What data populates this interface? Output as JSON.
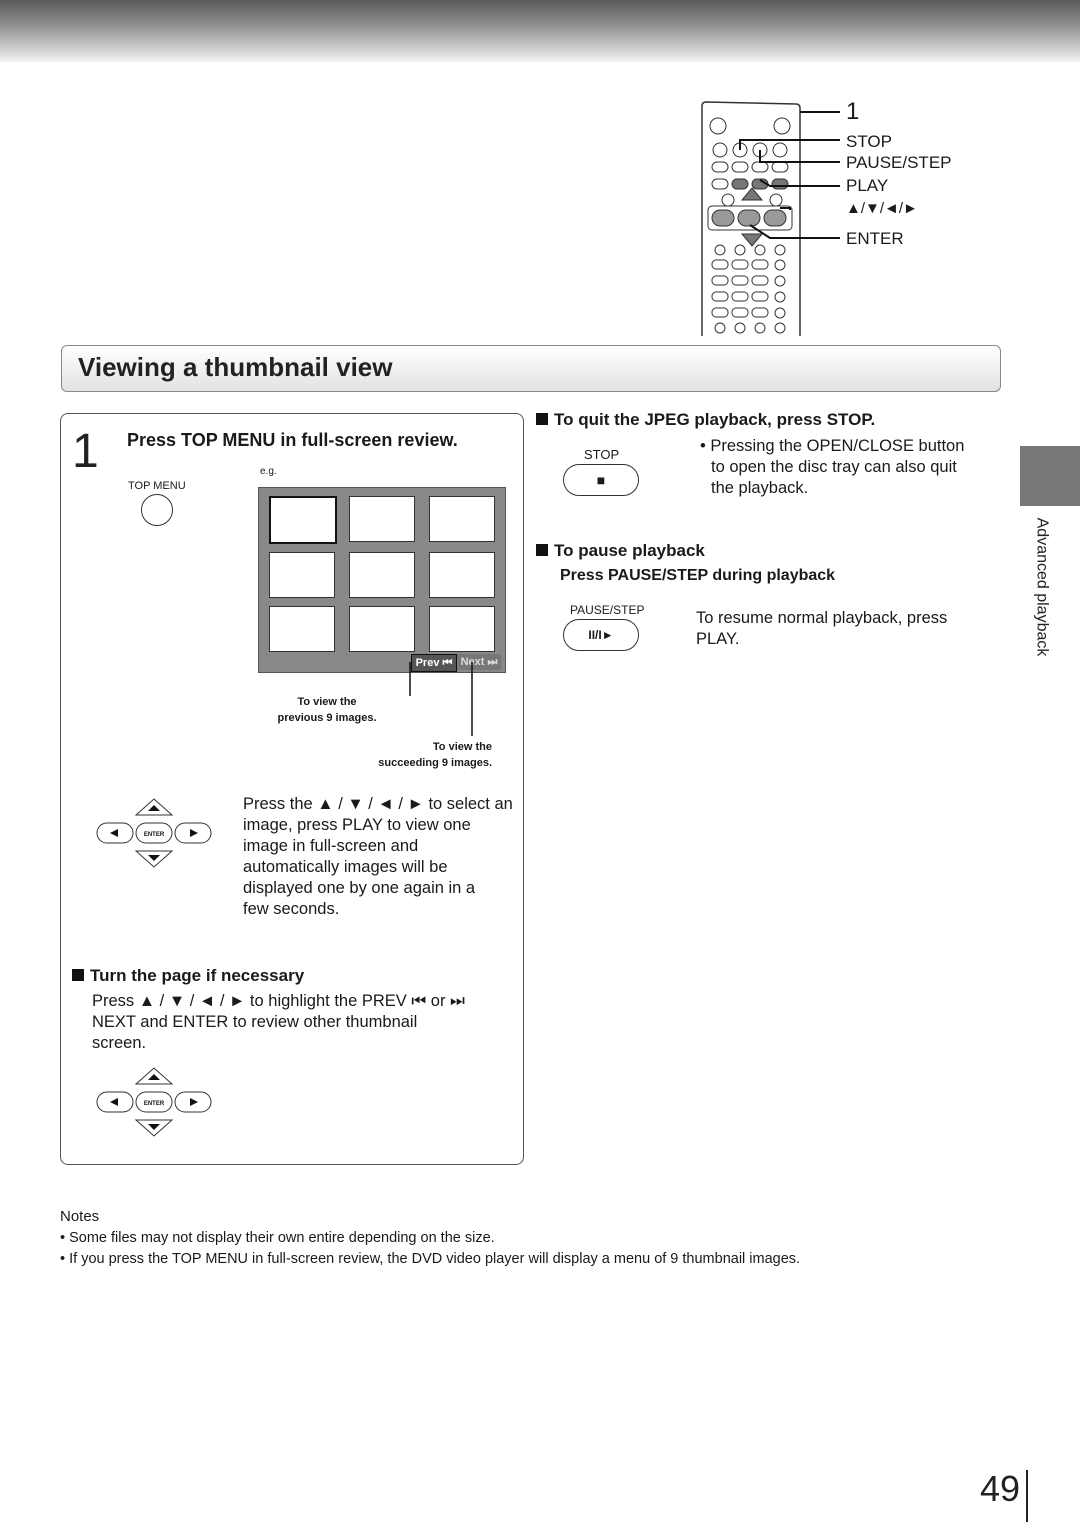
{
  "remote": {
    "step_number": "1",
    "labels": [
      "STOP",
      "PAUSE/STEP",
      "PLAY",
      "▲/▼/◄/►",
      "ENTER"
    ]
  },
  "section_title": "Viewing a thumbnail view",
  "step1": {
    "number": "1",
    "heading": "Press TOP MENU in full-screen review.",
    "top_menu_label": "TOP MENU",
    "eg_label": "e.g.",
    "prev_label": "Prev",
    "next_label": "Next",
    "callout_prev": [
      "To view the",
      "previous 9 images."
    ],
    "callout_next": [
      "To view the",
      "succeeding 9 images."
    ],
    "instruction_lines": [
      "Press the ▲ / ▼ / ◄ / ► to select an",
      "image, press PLAY to view one",
      "image in full-screen and",
      "automatically images will be",
      "displayed one by one again in a",
      "few seconds."
    ],
    "enter_label": "ENTER",
    "turn_page_heading": "Turn the page if necessary",
    "turn_page_lines": [
      "Press  ▲ / ▼ / ◄ / ► to highlight the PREV ⏮ or ⏭",
      "NEXT and ENTER to review other thumbnail",
      "screen."
    ]
  },
  "quit": {
    "heading": "To quit the JPEG playback, press STOP.",
    "button_label": "STOP",
    "button_symbol": "■",
    "lines": [
      "• Pressing the OPEN/CLOSE button",
      "to open the disc tray can also quit",
      "the playback."
    ]
  },
  "pause": {
    "heading": "To pause playback",
    "subheading": "Press PAUSE/STEP during playback",
    "button_label": "PAUSE/STEP",
    "button_symbol": "II/I►",
    "lines": [
      "To resume normal playback, press",
      "PLAY."
    ]
  },
  "side_tab": "Advanced playback",
  "notes": {
    "title": "Notes",
    "items": [
      "• Some files may not display their own entire depending on the size.",
      "• If you press the TOP MENU in full-screen review, the DVD video player will display a menu of 9 thumbnail images."
    ]
  },
  "page_number": "49"
}
